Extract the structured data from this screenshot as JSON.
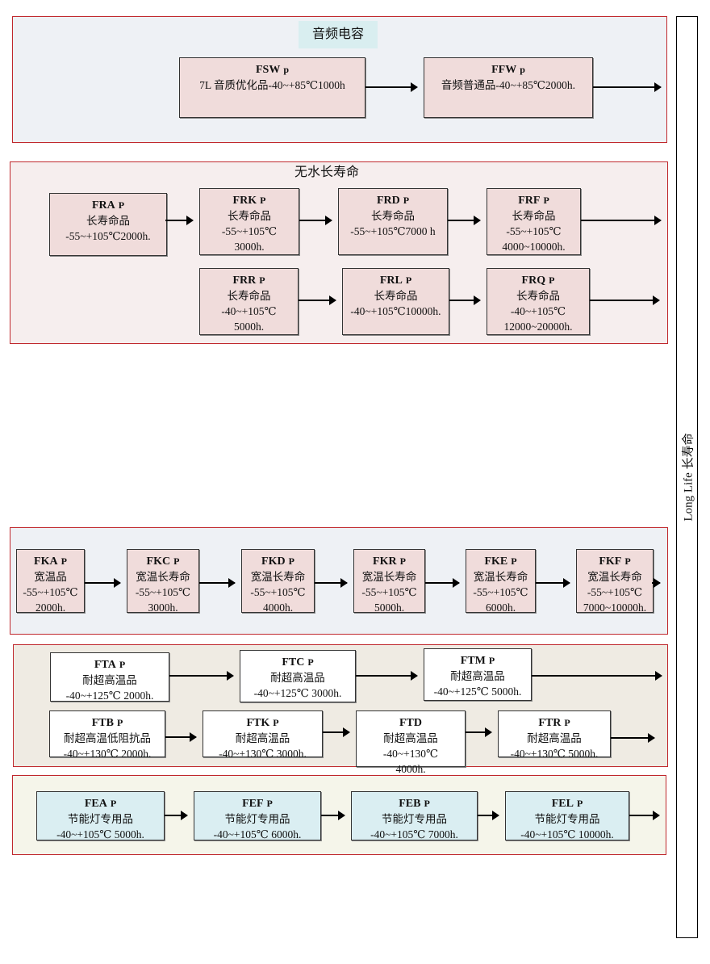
{
  "side_label": "Long Life  长寿命",
  "colors": {
    "section_border": "#c0282d",
    "pink_box": "#f0dcdb",
    "blue_box": "#daeef2",
    "title_bg": "#d9eef0"
  },
  "sections": [
    {
      "title": "音频电容",
      "boxes": [
        {
          "code": "FSW",
          "suffix": "p",
          "lines": [
            "7L 音质优化品-40~+85℃1000h"
          ]
        },
        {
          "code": "FFW",
          "suffix": "p",
          "lines": [
            "音频普通品-40~+85℃2000h."
          ]
        }
      ]
    },
    {
      "title": "无水长寿命",
      "boxes": [
        {
          "code": "FRA",
          "suffix": "P",
          "lines": [
            "长寿命品",
            "-55~+105℃2000h."
          ]
        },
        {
          "code": "FRK",
          "suffix": "P",
          "lines": [
            "长寿命品",
            "-55~+105℃",
            "3000h."
          ]
        },
        {
          "code": "FRD",
          "suffix": "P",
          "lines": [
            "长寿命品",
            "-55~+105℃7000 h"
          ]
        },
        {
          "code": "FRF",
          "suffix": "P",
          "lines": [
            "长寿命品",
            "-55~+105℃",
            "4000~10000h."
          ]
        },
        {
          "code": "FRR",
          "suffix": "P",
          "lines": [
            "长寿命品",
            "-40~+105℃",
            "5000h."
          ]
        },
        {
          "code": "FRL",
          "suffix": "P",
          "lines": [
            "长寿命品",
            "-40~+105℃10000h."
          ]
        },
        {
          "code": "FRQ",
          "suffix": "P",
          "lines": [
            "长寿命品",
            "-40~+105℃",
            "12000~20000h."
          ]
        }
      ]
    },
    {
      "title": "",
      "boxes": [
        {
          "code": "FKA",
          "suffix": "P",
          "lines": [
            "宽温品",
            "-55~+105℃",
            "2000h."
          ]
        },
        {
          "code": "FKC",
          "suffix": "P",
          "lines": [
            "宽温长寿命",
            "-55~+105℃",
            "3000h."
          ]
        },
        {
          "code": "FKD",
          "suffix": "P",
          "lines": [
            "宽温长寿命",
            "-55~+105℃",
            "4000h."
          ]
        },
        {
          "code": "FKR",
          "suffix": "P",
          "lines": [
            "宽温长寿命",
            "-55~+105℃",
            "5000h."
          ]
        },
        {
          "code": "FKE",
          "suffix": "P",
          "lines": [
            "宽温长寿命",
            "-55~+105℃",
            "6000h."
          ]
        },
        {
          "code": "FKF",
          "suffix": "P",
          "lines": [
            "宽温长寿命",
            "-55~+105℃",
            "7000~10000h."
          ]
        }
      ]
    },
    {
      "title": "",
      "boxes": [
        {
          "code": "FTA",
          "suffix": "P",
          "lines": [
            "耐超高温品",
            "-40~+125℃  2000h."
          ]
        },
        {
          "code": "FTC",
          "suffix": "P",
          "lines": [
            "耐超高温品",
            "-40~+125℃  3000h."
          ]
        },
        {
          "code": "FTM",
          "suffix": "P",
          "lines": [
            "耐超高温品",
            "-40~+125℃  5000h."
          ]
        },
        {
          "code": "FTB",
          "suffix": "P",
          "lines": [
            "耐超高温低阻抗品",
            "-40~+130℃  2000h."
          ]
        },
        {
          "code": "FTK",
          "suffix": "P",
          "lines": [
            "耐超高温品",
            "-40~+130℃  3000h."
          ]
        },
        {
          "code": "FTD",
          "suffix": "",
          "lines": [
            "耐超高温品",
            "-40~+130℃",
            "4000h."
          ]
        },
        {
          "code": "FTR",
          "suffix": "P",
          "lines": [
            "耐超高温品",
            "-40~+130℃  5000h."
          ]
        }
      ]
    },
    {
      "title": "",
      "boxes": [
        {
          "code": "FEA",
          "suffix": "P",
          "lines": [
            "节能灯专用品",
            "-40~+105℃  5000h."
          ]
        },
        {
          "code": "FEF",
          "suffix": "P",
          "lines": [
            "节能灯专用品",
            "-40~+105℃  6000h."
          ]
        },
        {
          "code": "FEB",
          "suffix": "P",
          "lines": [
            "节能灯专用品",
            "-40~+105℃  7000h."
          ]
        },
        {
          "code": "FEL",
          "suffix": "P",
          "lines": [
            "节能灯专用品",
            "-40~+105℃  10000h."
          ]
        }
      ]
    }
  ]
}
